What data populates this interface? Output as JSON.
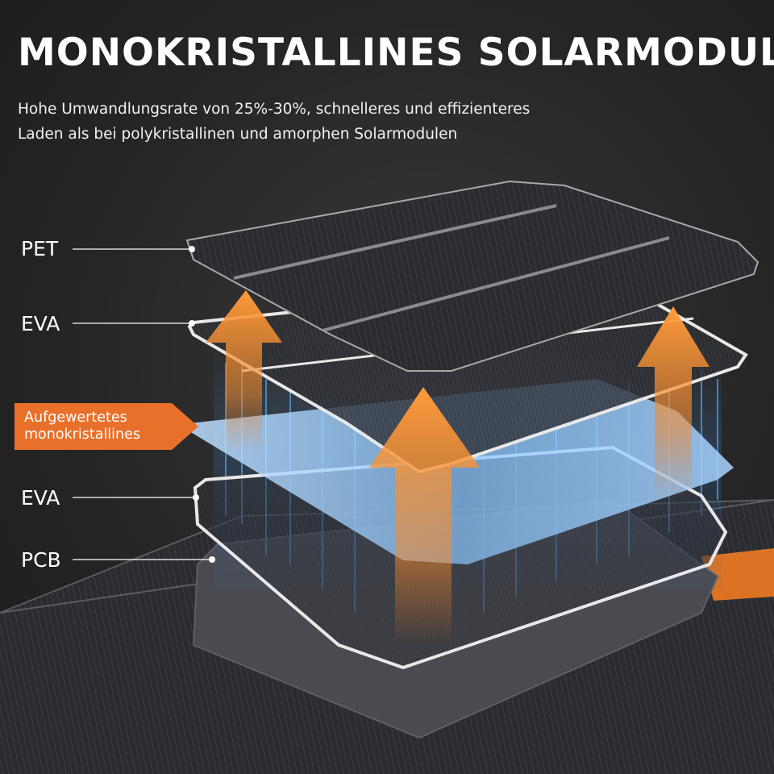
{
  "header": {
    "title": "MONOKRISTALLINES SOLARMODUL",
    "subtitle_line1": "Hohe Umwandlungsrate von 25%-30%, schnelleres und effizienteres",
    "subtitle_line2": "Laden als bei polykristallinen und amorphen Solarmodulen"
  },
  "layers": {
    "pet": "PET",
    "eva_top": "EVA",
    "cell_line1": "Aufgewertetes",
    "cell_line2": "monokristallines",
    "eva_bottom": "EVA",
    "pcb": "PCB"
  },
  "colors": {
    "background": "#262626",
    "accent_orange": "#f07a22",
    "glow_blue": "#4aa8ff",
    "panel_dark": "#2c2c2e",
    "frame_white": "#e8e8e8"
  },
  "icons": [
    "upward-arrow-icon"
  ]
}
